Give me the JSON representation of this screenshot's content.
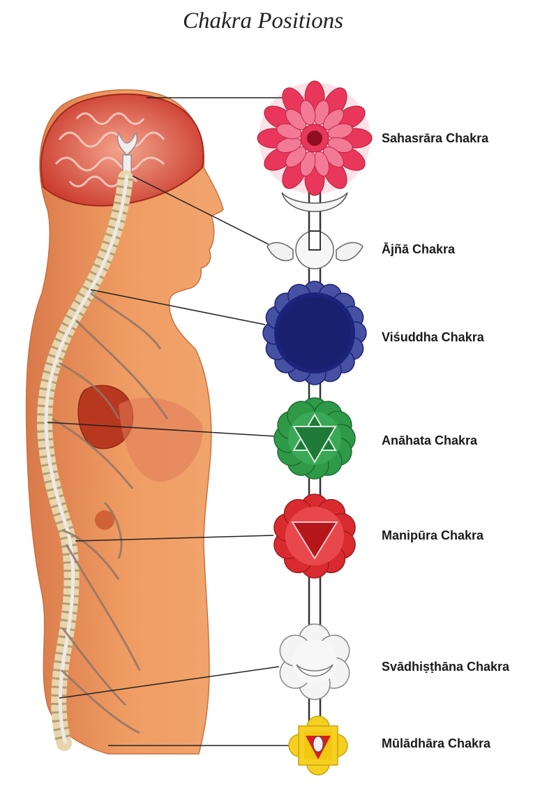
{
  "title": "Chakra Positions",
  "chakras": [
    {
      "name": "Sahasrāra Chakra",
      "color": "#e8375a"
    },
    {
      "name": "Ājñā Chakra",
      "color": "#f2f2f2"
    },
    {
      "name": "Viśuddha Chakra",
      "color": "#1c237a"
    },
    {
      "name": "Anāhata Chakra",
      "color": "#2e9a48"
    },
    {
      "name": "Manipūra Chakra",
      "color": "#d92b2f"
    },
    {
      "name": "Svādhiṣṭhāna Chakra",
      "color": "#f2f2f2"
    },
    {
      "name": "Mūlādhāra Chakra",
      "color": "#f5d020"
    }
  ],
  "colors": {
    "skin": "#e9955d",
    "brain": "#e0533c",
    "nerves": "#8f7466",
    "spine": "#e7d6ad"
  }
}
